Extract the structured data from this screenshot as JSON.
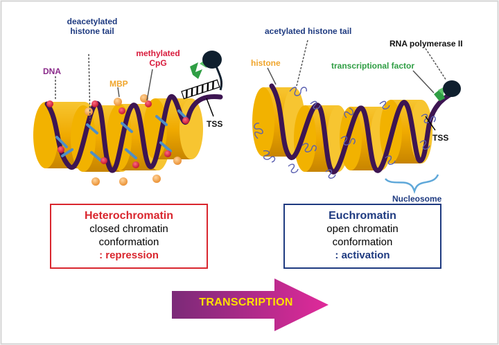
{
  "colors": {
    "histone": "#f5b400",
    "dna": "#3d1552",
    "methyl_red": "#d81b3c",
    "mbp": "#f3a64a",
    "tf_green": "#2f9e44",
    "pol": "#0f1f2e",
    "tail": "#5a5fb0",
    "hetero": "#d9262e",
    "eu": "#1e3a80",
    "arrow_start": "#7b2a78",
    "arrow_end": "#e02a9a"
  },
  "labels": {
    "dna": "DNA",
    "deacetylated_1": "deacetylated",
    "deacetylated_2": "histone tail",
    "mbp": "MBP",
    "methylated_1": "methylated",
    "methylated_2": "CpG",
    "tss_left": "TSS",
    "acetylated": "acetylated histone tail",
    "rna_pol": "RNA polymerase II",
    "histone": "histone",
    "tf": "transcriptional factor",
    "tss_right": "TSS",
    "nucleosome": "Nucleosome"
  },
  "hetero_box": {
    "title": "Heterochromatin",
    "line1": "closed chromatin",
    "line2": "conformation",
    "line3": ": repression"
  },
  "eu_box": {
    "title": "Euchromatin",
    "line1": "open chromatin",
    "line2": "conformation",
    "line3": ": activation"
  },
  "arrow": {
    "label": "TRANSCRIPTION"
  }
}
